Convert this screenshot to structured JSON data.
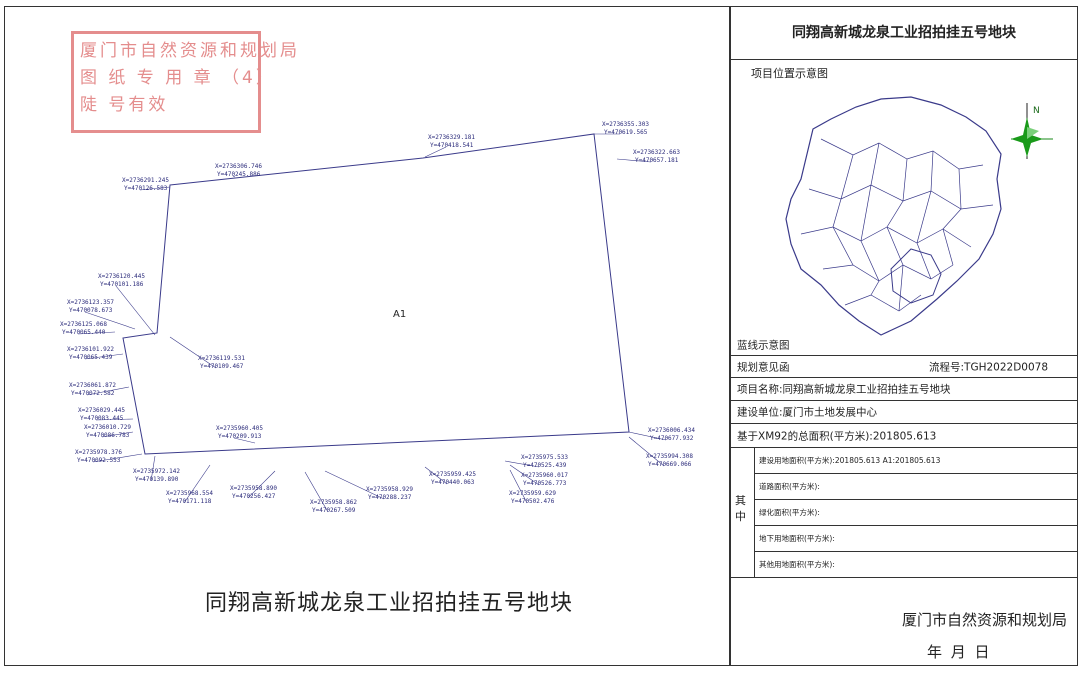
{
  "stamp": {
    "line1": "厦门市自然资源和规划局",
    "line2": "图 纸 专 用 章 （4）",
    "line3": "陡              号有效"
  },
  "map": {
    "title": "同翔高新城龙泉工业招拍挂五号地块",
    "parcel_label": "A1",
    "coordinates": [
      {
        "x": "X=2736329.181",
        "y": "Y=470418.541"
      },
      {
        "x": "X=2736355.303",
        "y": "Y=470619.565"
      },
      {
        "x": "X=2736322.663",
        "y": "Y=470657.181"
      },
      {
        "x": "X=2736306.746",
        "y": "Y=470245.886"
      },
      {
        "x": "X=2736291.245",
        "y": "Y=470126.583"
      },
      {
        "x": "X=2736120.445",
        "y": "Y=470101.186"
      },
      {
        "x": "X=2736123.357",
        "y": "Y=470078.673"
      },
      {
        "x": "X=2736125.068",
        "y": "Y=470065.440"
      },
      {
        "x": "X=2736101.922",
        "y": "Y=470065.439"
      },
      {
        "x": "X=2736119.531",
        "y": "Y=470109.467"
      },
      {
        "x": "X=2736061.872",
        "y": "Y=470072.582"
      },
      {
        "x": "X=2736029.445",
        "y": "Y=470083.445"
      },
      {
        "x": "X=2736010.729",
        "y": "Y=470086.783"
      },
      {
        "x": "X=2735978.376",
        "y": "Y=470092.553"
      },
      {
        "x": "X=2735960.405",
        "y": "Y=470209.913"
      },
      {
        "x": "X=2735972.142",
        "y": "Y=470139.890"
      },
      {
        "x": "X=2735968.554",
        "y": "Y=470171.118"
      },
      {
        "x": "X=2735958.890",
        "y": "Y=470256.427"
      },
      {
        "x": "X=2735958.862",
        "y": "Y=470267.509"
      },
      {
        "x": "X=2735958.929",
        "y": "Y=470288.237"
      },
      {
        "x": "X=2735959.425",
        "y": "Y=470440.063"
      },
      {
        "x": "X=2735975.533",
        "y": "Y=470525.439"
      },
      {
        "x": "X=2735960.017",
        "y": "Y=470526.773"
      },
      {
        "x": "X=2735959.629",
        "y": "Y=470502.476"
      },
      {
        "x": "X=2736006.434",
        "y": "Y=470677.932"
      },
      {
        "x": "X=2735994.308",
        "y": "Y=470669.066"
      }
    ]
  },
  "panel": {
    "title": "同翔高新城龙泉工业招拍挂五号地块",
    "location_label": "项目位置示意图",
    "compass_letter": "N",
    "blueline_label": "蓝线示意图",
    "opinion_label": "规划意见函",
    "flow_no": "流程号:TGH2022D0078",
    "project_name": "项目名称:同翔高新城龙泉工业招拍挂五号地块",
    "unit": "建设单位:厦门市土地发展中心",
    "total_area": "基于XM92的总面积(平方米):201805.613",
    "qizhong": "其中",
    "details": [
      "建设用地面积(平方米):201805.613 A1:201805.613",
      "道路面积(平方米):",
      "绿化面积(平方米):",
      "地下用地面积(平方米):",
      "其他用地面积(平方米):"
    ],
    "org": "厦门市自然资源和规划局",
    "date": "年   月   日"
  }
}
